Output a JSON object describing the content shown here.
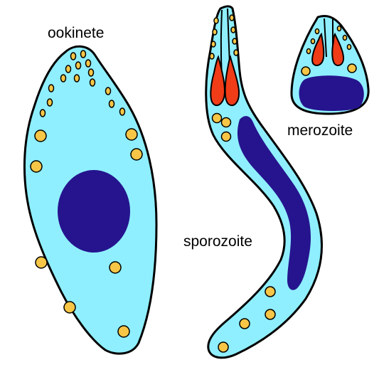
{
  "labels": {
    "ookinete": "ookinete",
    "merozoite": "merozoite",
    "sporozoite": "sporozoite"
  },
  "colors": {
    "cell_body": "#8fefff",
    "outline": "#000000",
    "nucleus": "#25148e",
    "organelle": "#f7c646",
    "rhoptry": "#f03c17",
    "background": "#ffffff"
  }
}
